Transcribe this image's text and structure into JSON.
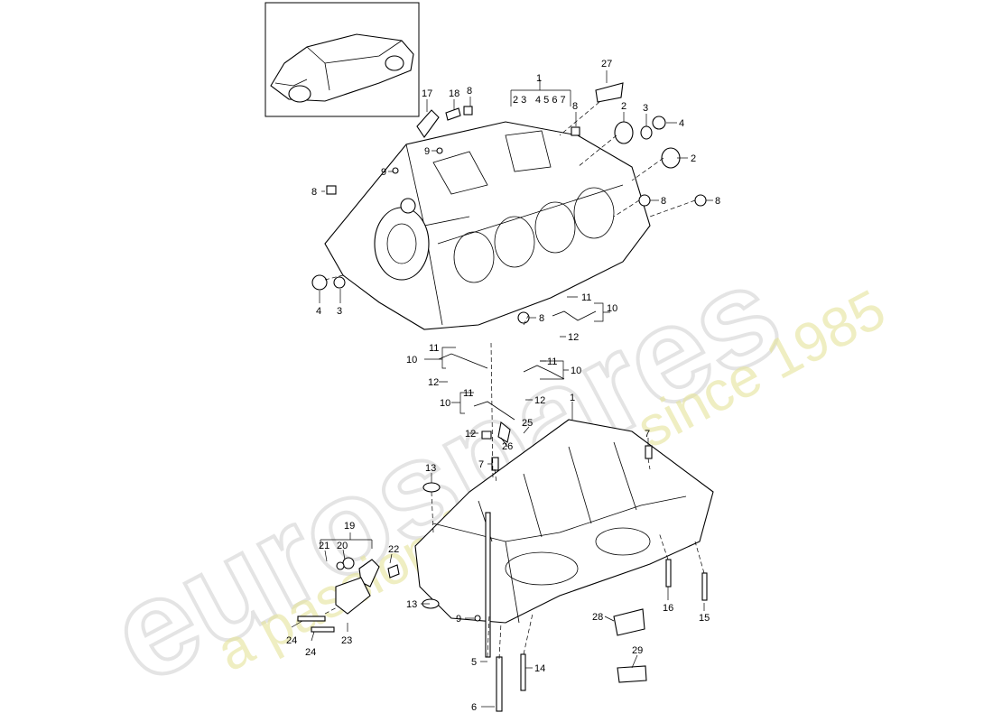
{
  "watermark": {
    "brand": "eurospares",
    "tagline": "a passion for parts since 1985"
  },
  "callouts": {
    "c1a": "1",
    "c1b": "1",
    "sub_2_3": "2 3",
    "sub_4567": "4 5 6 7",
    "c2a": "2",
    "c2b": "2",
    "c3a": "3",
    "c3b": "3",
    "c4a": "4",
    "c4b": "4",
    "c5": "5",
    "c6": "6",
    "c7a": "7",
    "c7b": "7",
    "c8a": "8",
    "c8b": "8",
    "c8c": "8",
    "c8d": "8",
    "c8e": "8",
    "c8f": "8",
    "c9a": "9",
    "c9b": "9",
    "c9c": "9",
    "c10a": "10",
    "c10b": "10",
    "c10c": "10",
    "c10d": "10",
    "c11a": "11",
    "c11b": "11",
    "c11c": "11",
    "c11d": "11",
    "c12a": "12",
    "c12b": "12",
    "c12c": "12",
    "c12d": "12",
    "c13a": "13",
    "c13b": "13",
    "c14": "14",
    "c15": "15",
    "c16": "16",
    "c17": "17",
    "c18": "18",
    "c19": "19",
    "c20": "20",
    "c21": "21",
    "c22": "22",
    "c23": "23",
    "c24a": "24",
    "c24b": "24",
    "c25": "25",
    "c26": "26",
    "c27": "27",
    "c28": "28",
    "c29": "29"
  }
}
